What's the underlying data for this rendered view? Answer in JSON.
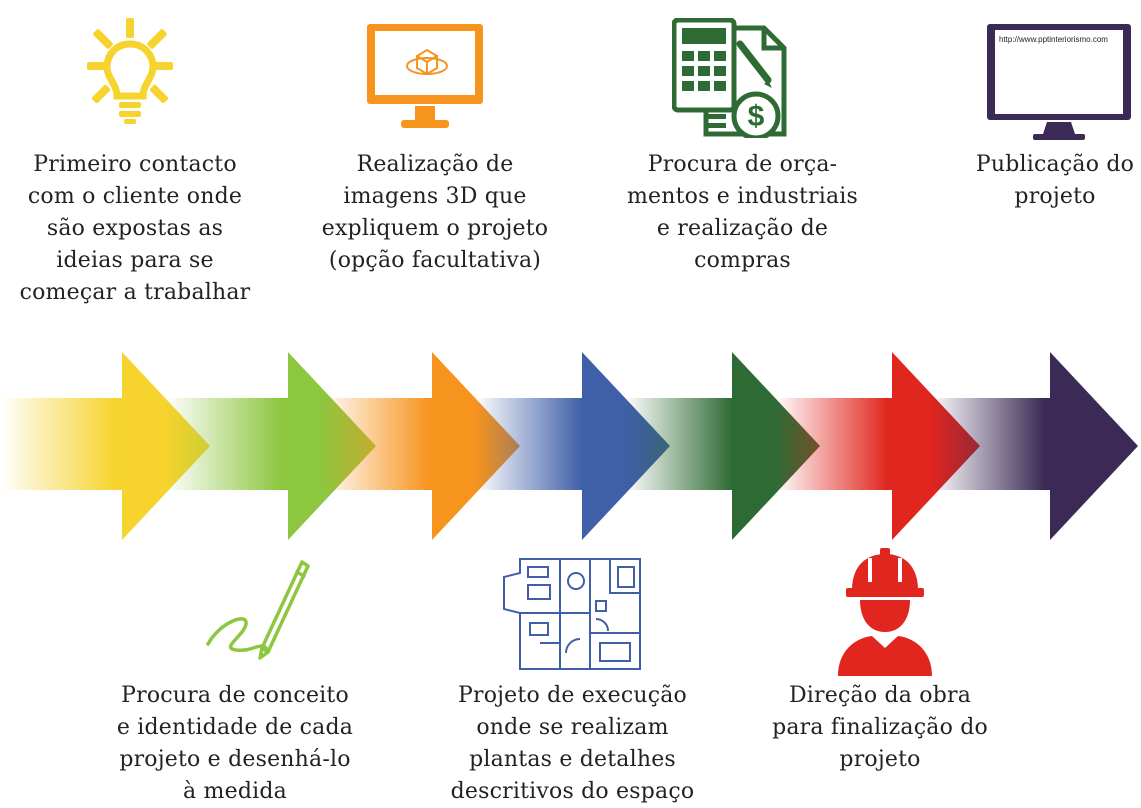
{
  "steps": [
    {
      "label": "Primeiro contacto\ncom o cliente onde\nsão expostas as\nideias para se\ncomeçar a trabalhar",
      "color": "#f6d32d",
      "icon": "lightbulb-icon"
    },
    {
      "label": "Procura de conceito\ne identidade de cada\nprojeto e desenhá-lo\nà medida",
      "color": "#8dc63f",
      "icon": "pencil-icon"
    },
    {
      "label": "Realização de\nimagens 3D que\nexpliquem o projeto\n(opção facultativa)",
      "color": "#f7941d",
      "icon": "monitor-3d-icon"
    },
    {
      "label": "Projeto de execução\nonde se realizam\nplantas e detalhes\ndescritivos do espaço",
      "color": "#3f5fa8",
      "icon": "floor-plan-icon"
    },
    {
      "label": "Procura de orça-\nmentos e industriais\ne realização de\ncompras",
      "color": "#2e6b34",
      "icon": "calculator-invoice-icon"
    },
    {
      "label": "Direção da obra\npara finalização do\nprojeto",
      "color": "#e0261e",
      "icon": "construction-worker-icon"
    },
    {
      "label": "Publicação do\nprojeto",
      "color": "#3b2a55",
      "icon": "website-monitor-icon"
    }
  ],
  "website_url": "http://www.pptinteriorismo.com"
}
